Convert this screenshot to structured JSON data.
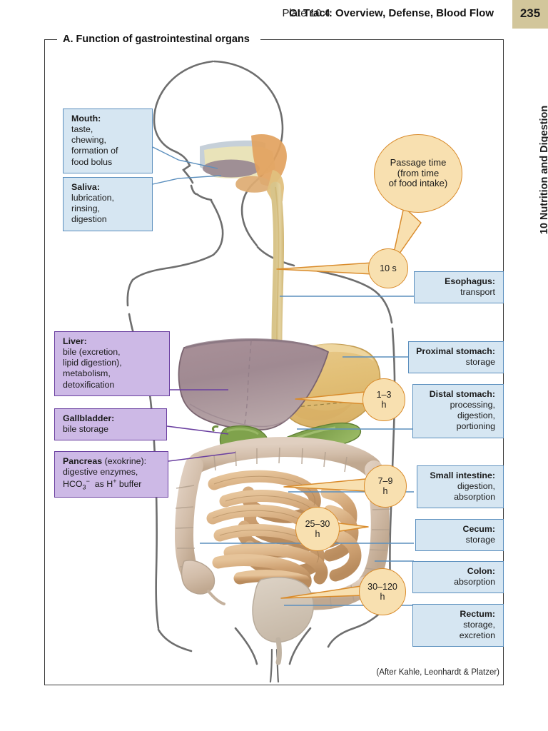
{
  "header": {
    "plate_label": "Plate 10.4",
    "plate_title": "GI Tract: Overview, Defense, Blood Flow",
    "page_number": "235",
    "badge_color": "#d2c69b"
  },
  "sidebar": {
    "chapter_text": "10   Nutrition and Digestion"
  },
  "figure": {
    "caption": "A.  Function of gastrointestinal organs",
    "credit": "(After Kahle, Leonhardt & Platzer)"
  },
  "left_boxes": [
    {
      "id": "mouth",
      "title": "Mouth:",
      "lines": [
        "taste,",
        "chewing,",
        "formation of",
        "food bolus"
      ],
      "color": "blue"
    },
    {
      "id": "saliva",
      "title": "Saliva:",
      "lines": [
        "lubrication,",
        "rinsing,",
        "digestion"
      ],
      "color": "blue"
    },
    {
      "id": "liver",
      "title": "Liver:",
      "lines": [
        "bile (excretion,",
        "lipid digestion),",
        "metabolism,",
        "detoxification"
      ],
      "color": "purple"
    },
    {
      "id": "gallbladder",
      "title": "Gallbladder:",
      "lines": [
        "bile storage"
      ],
      "color": "purple"
    },
    {
      "id": "pancreas",
      "title": "Pancreas",
      "title_suffix": " (exokrine):",
      "lines": [
        "digestive enzymes,",
        "HCO3− as H+ buffer"
      ],
      "color": "purple"
    }
  ],
  "right_boxes": [
    {
      "id": "esophagus",
      "title": "Esophagus:",
      "lines": [
        "transport"
      ]
    },
    {
      "id": "proximal-stomach",
      "title": "Proximal stomach:",
      "lines": [
        "storage"
      ]
    },
    {
      "id": "distal-stomach",
      "title": "Distal stomach:",
      "lines": [
        "processing,",
        "digestion,",
        "portioning"
      ]
    },
    {
      "id": "small-intestine",
      "title": "Small intestine:",
      "lines": [
        "digestion,",
        "absorption"
      ]
    },
    {
      "id": "cecum",
      "title": "Cecum:",
      "lines": [
        "storage"
      ]
    },
    {
      "id": "colon",
      "title": "Colon:",
      "lines": [
        "absorption"
      ]
    },
    {
      "id": "rectum",
      "title": "Rectum:",
      "lines": [
        "storage,",
        "excretion"
      ]
    }
  ],
  "passage_time": {
    "legend_lines": [
      "Passage time",
      "(from time",
      "of food intake)"
    ],
    "bubbles": [
      {
        "id": "esophagus-time",
        "lines": [
          "10 s"
        ]
      },
      {
        "id": "stomach-time",
        "lines": [
          "1–3",
          "h"
        ]
      },
      {
        "id": "small-intestine-time",
        "lines": [
          "7–9",
          "h"
        ]
      },
      {
        "id": "cecum-time",
        "lines": [
          "25–30",
          "h"
        ]
      },
      {
        "id": "colon-time",
        "lines": [
          "30–120",
          "h"
        ]
      }
    ]
  },
  "colors": {
    "blue_fill": "#d6e6f2",
    "blue_border": "#5b8fbe",
    "purple_fill": "#cdb9e6",
    "purple_border": "#6a3fa0",
    "bubble_fill": "#f8e0b0",
    "bubble_border": "#d98b2b",
    "badge": "#d2c69b"
  }
}
